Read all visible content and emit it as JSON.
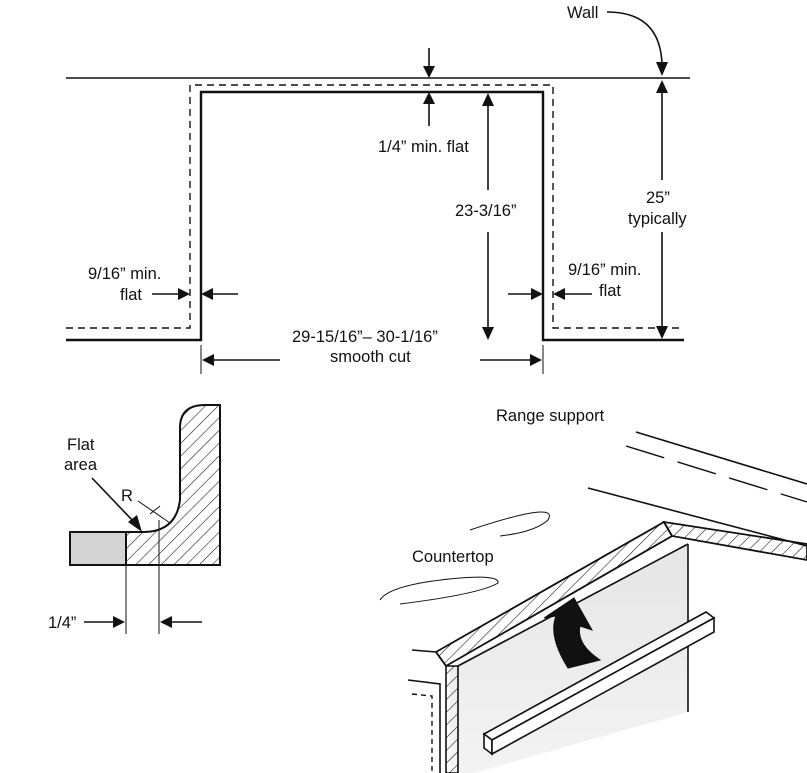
{
  "labels": {
    "wall": "Wall",
    "min_flat_top": "1/4” min. flat",
    "depth": "23-3/16”",
    "height_25": "25”",
    "typically": "typically",
    "left_flat_1": "9/16” min.",
    "left_flat_2": "flat",
    "right_flat_1": "9/16” min.",
    "right_flat_2": "flat",
    "width_1": "29-15/16”– 30-1/16”",
    "width_2": "smooth cut",
    "flat_area_1": "Flat",
    "flat_area_2": "area",
    "radius": "R",
    "quarter": "1/4”",
    "range_support": "Range support",
    "countertop": "Countertop"
  },
  "colors": {
    "line": "#111111",
    "fill_gray": "#d4d4d4",
    "panel_gray": "#e2e2e2"
  }
}
